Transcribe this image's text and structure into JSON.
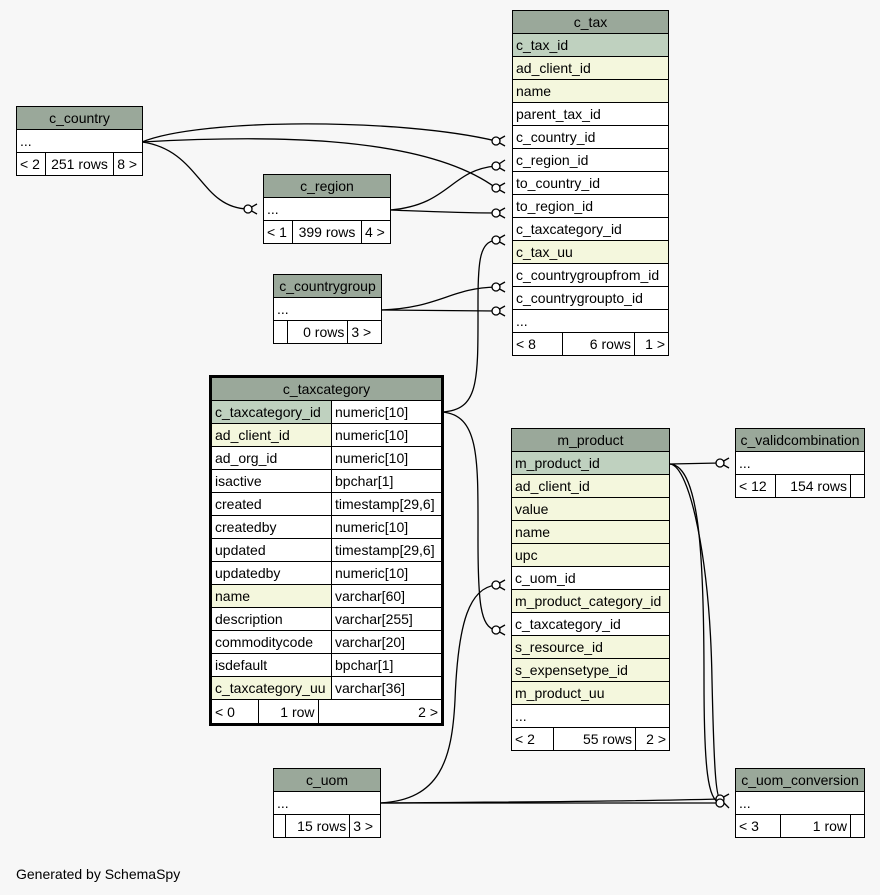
{
  "footer": "Generated by SchemaSpy",
  "colors": {
    "header": "#9aa89a",
    "primary_key": "#bfd1bf",
    "indexed": "#f4f7dd",
    "background": "#f7f7f7"
  },
  "tables": {
    "c_tax": {
      "name": "c_tax",
      "columns": [
        "c_tax_id",
        "ad_client_id",
        "name",
        "parent_tax_id",
        "c_country_id",
        "c_region_id",
        "to_country_id",
        "to_region_id",
        "c_taxcategory_id",
        "c_tax_uu",
        "c_countrygroupfrom_id",
        "c_countrygroupto_id",
        "..."
      ],
      "foot": [
        "< 8",
        "6 rows",
        "1 >"
      ]
    },
    "c_country": {
      "name": "c_country",
      "columns": [
        "..."
      ],
      "foot": [
        "< 2",
        "251 rows",
        "8 >"
      ]
    },
    "c_region": {
      "name": "c_region",
      "columns": [
        "..."
      ],
      "foot": [
        "< 1",
        "399 rows",
        "4 >"
      ]
    },
    "c_countrygroup": {
      "name": "c_countrygroup",
      "columns": [
        "..."
      ],
      "foot": [
        "",
        "0 rows",
        "3 >"
      ]
    },
    "c_taxcategory": {
      "name": "c_taxcategory",
      "columns": [
        {
          "name": "c_taxcategory_id",
          "type": "numeric[10]"
        },
        {
          "name": "ad_client_id",
          "type": "numeric[10]"
        },
        {
          "name": "ad_org_id",
          "type": "numeric[10]"
        },
        {
          "name": "isactive",
          "type": "bpchar[1]"
        },
        {
          "name": "created",
          "type": "timestamp[29,6]"
        },
        {
          "name": "createdby",
          "type": "numeric[10]"
        },
        {
          "name": "updated",
          "type": "timestamp[29,6]"
        },
        {
          "name": "updatedby",
          "type": "numeric[10]"
        },
        {
          "name": "name",
          "type": "varchar[60]"
        },
        {
          "name": "description",
          "type": "varchar[255]"
        },
        {
          "name": "commoditycode",
          "type": "varchar[20]"
        },
        {
          "name": "isdefault",
          "type": "bpchar[1]"
        },
        {
          "name": "c_taxcategory_uu",
          "type": "varchar[36]"
        }
      ],
      "foot": [
        "< 0",
        "1 row",
        "2 >"
      ]
    },
    "m_product": {
      "name": "m_product",
      "columns": [
        "m_product_id",
        "ad_client_id",
        "value",
        "name",
        "upc",
        "c_uom_id",
        "m_product_category_id",
        "c_taxcategory_id",
        "s_resource_id",
        "s_expensetype_id",
        "m_product_uu",
        "..."
      ],
      "foot": [
        "< 2",
        "55 rows",
        "2 >"
      ]
    },
    "c_validcombination": {
      "name": "c_validcombination",
      "columns": [
        "..."
      ],
      "foot": [
        "< 12",
        "154 rows",
        ""
      ]
    },
    "c_uom": {
      "name": "c_uom",
      "columns": [
        "..."
      ],
      "foot": [
        "",
        "15 rows",
        "3 >"
      ]
    },
    "c_uom_conversion": {
      "name": "c_uom_conversion",
      "columns": [
        "..."
      ],
      "foot": [
        "< 3",
        "1 row",
        ""
      ]
    }
  }
}
